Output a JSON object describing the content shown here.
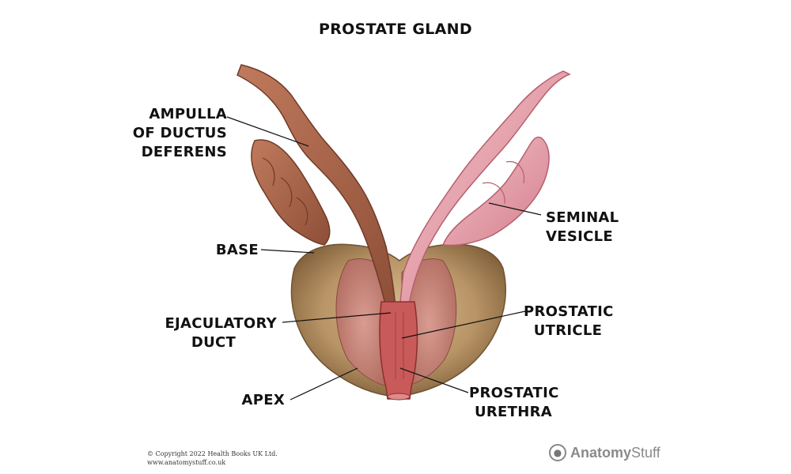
{
  "title": "PROSTATE GLAND",
  "labels": {
    "ampulla": [
      "AMPULLA",
      "OF DUCTUS",
      "DEFERENS"
    ],
    "base": [
      "BASE"
    ],
    "ejaculatory_duct": [
      "EJACULATORY",
      "DUCT"
    ],
    "apex": [
      "APEX"
    ],
    "seminal_vesicle": [
      "SEMINAL",
      "VESICLE"
    ],
    "prostatic_utricle": [
      "PROSTATIC",
      "UTRICLE"
    ],
    "prostatic_urethra": [
      "PROSTATIC",
      "URETHRA"
    ]
  },
  "footer": {
    "copyright_line1": "© Copyright 2022 Health Books UK Ltd.",
    "copyright_line2": "www.anatomystuff.co.uk",
    "brand_bold": "Anatomy",
    "brand_regular": "Stuff"
  },
  "colors": {
    "prostate": "#b89466",
    "prostate_dark": "#8c6a44",
    "ductus_deferens": "#a8644a",
    "seminal_vesicle": "#e4a0ac",
    "urethra": "#c85a5a"
  }
}
